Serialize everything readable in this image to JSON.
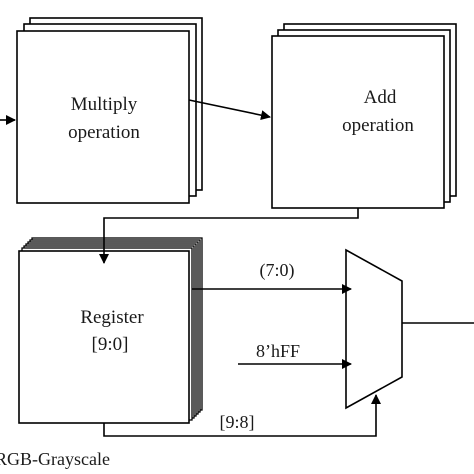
{
  "blocks": {
    "multiply": {
      "line1": "Multiply",
      "line2": "operation"
    },
    "add": {
      "line1": "Add",
      "line2": "operation"
    },
    "register": {
      "line1": "Register",
      "line2": "[9:0]"
    }
  },
  "signals": {
    "low_bits": "(7:0)",
    "saturate_value": "8’hFF",
    "high_bits": "[9:8]"
  },
  "caption": "RGB-Grayscale"
}
